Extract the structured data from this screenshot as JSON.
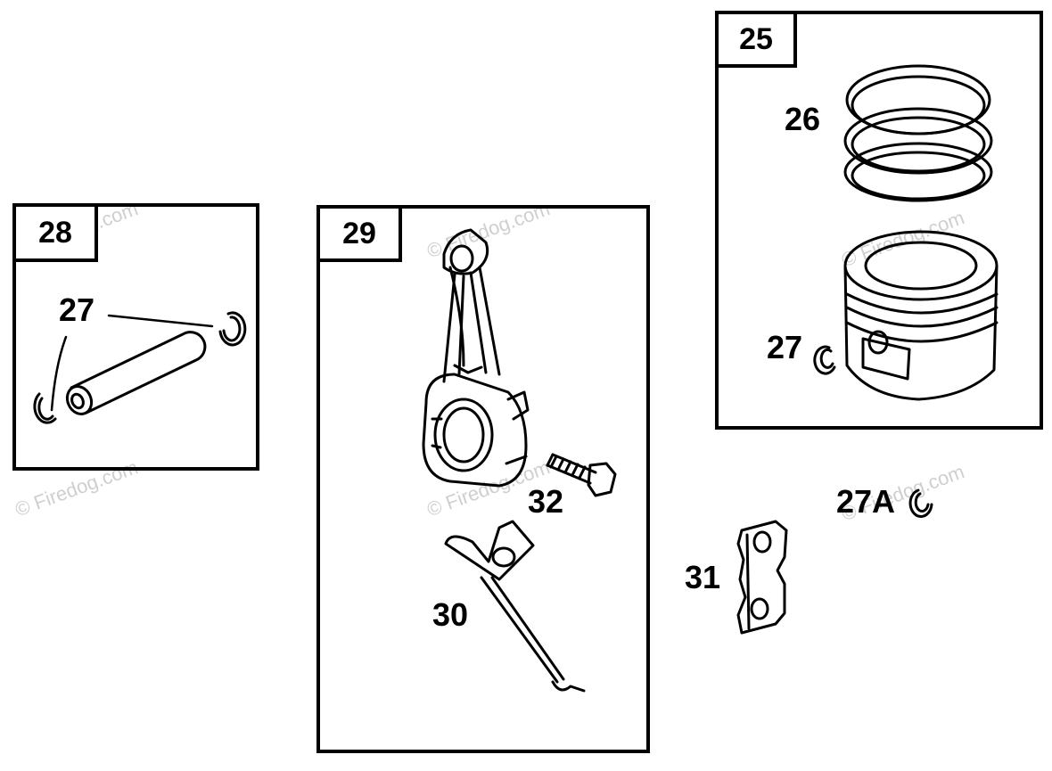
{
  "watermark": "© Firedog.com",
  "kits": [
    {
      "id": "kit-28",
      "tag": "28"
    },
    {
      "id": "kit-29",
      "tag": "29"
    },
    {
      "id": "kit-25",
      "tag": "25"
    }
  ],
  "callouts": {
    "pin_clip_left": "27",
    "piston_clip": "27",
    "rings": "26",
    "clip_27a": "27A",
    "bolt": "32",
    "dipper": "30",
    "lock_plate": "31"
  }
}
